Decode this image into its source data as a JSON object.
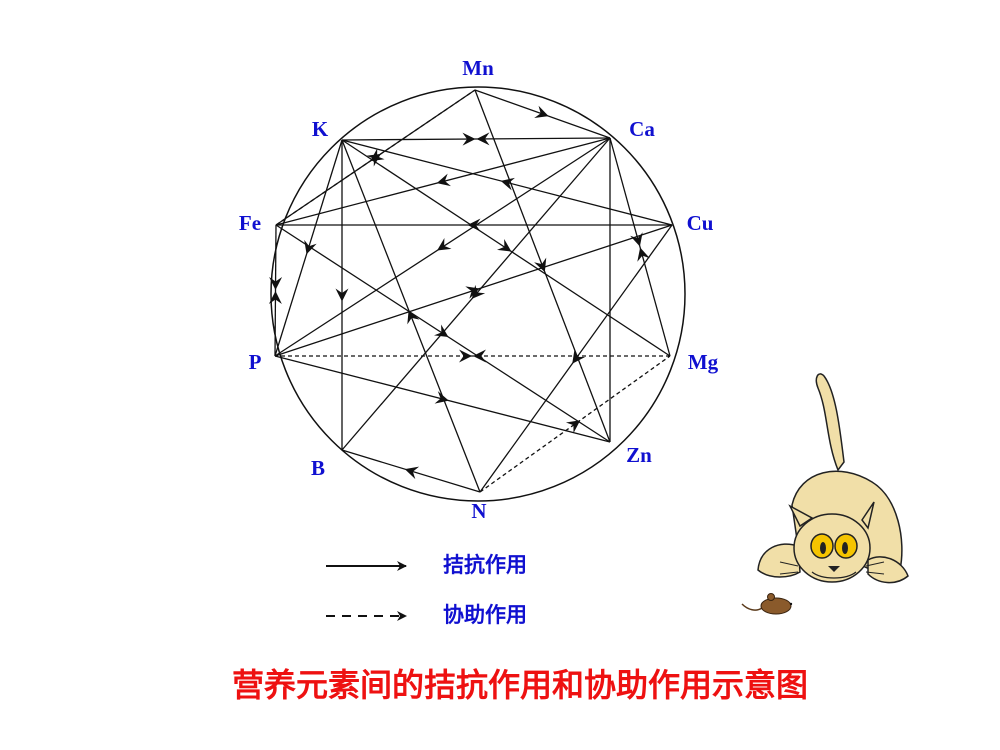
{
  "colors": {
    "label": "#1010d0",
    "line": "#111111",
    "caption": "#ee1111",
    "cat_body": "#f1dfa8",
    "cat_eye": "#f5c400",
    "mouse": "#8a5a2b"
  },
  "nodes": {
    "Mn": "Mn",
    "Ca": "Ca",
    "Cu": "Cu",
    "Mg": "Mg",
    "Zn": "Zn",
    "N": "N",
    "B": "B",
    "P": "P",
    "Fe": "Fe",
    "K": "K"
  },
  "edges": [
    {
      "from": "Mn",
      "to": "Ca",
      "type": "solid",
      "marker": "arrow"
    },
    {
      "from": "Mn",
      "to": "Fe",
      "type": "solid",
      "marker": "arrow"
    },
    {
      "from": "Mn",
      "to": "Zn",
      "type": "solid",
      "marker": "arrow"
    },
    {
      "from": "Fe",
      "to": "Mn",
      "type": "dashed",
      "marker": "arrow"
    },
    {
      "from": "K",
      "to": "Ca",
      "type": "solid",
      "marker": "mutual"
    },
    {
      "from": "Ca",
      "to": "Fe",
      "type": "solid",
      "marker": "arrow"
    },
    {
      "from": "Ca",
      "to": "P",
      "type": "solid",
      "marker": "arrow"
    },
    {
      "from": "Ca",
      "to": "B",
      "type": "solid",
      "marker": "arrow"
    },
    {
      "from": "Ca",
      "to": "Zn",
      "type": "solid",
      "marker": "none"
    },
    {
      "from": "Ca",
      "to": "Mg",
      "type": "solid",
      "marker": "mutual"
    },
    {
      "from": "Cu",
      "to": "Fe",
      "type": "solid",
      "marker": "arrow"
    },
    {
      "from": "Cu",
      "to": "K",
      "type": "solid",
      "marker": "arrow"
    },
    {
      "from": "Cu",
      "to": "N",
      "type": "solid",
      "marker": "arrow"
    },
    {
      "from": "P",
      "to": "Cu",
      "type": "solid",
      "marker": "arrow"
    },
    {
      "from": "Mg",
      "to": "P",
      "type": "dashed",
      "marker": "mutual"
    },
    {
      "from": "K",
      "to": "Mg",
      "type": "solid",
      "marker": "arrow"
    },
    {
      "from": "K",
      "to": "B",
      "type": "solid",
      "marker": "arrow"
    },
    {
      "from": "K",
      "to": "P",
      "type": "solid",
      "marker": "arrow"
    },
    {
      "from": "N",
      "to": "K",
      "type": "solid",
      "marker": "arrow"
    },
    {
      "from": "Fe",
      "to": "P",
      "type": "solid",
      "marker": "mutual"
    },
    {
      "from": "Fe",
      "to": "Zn",
      "type": "solid",
      "marker": "arrow"
    },
    {
      "from": "P",
      "to": "Zn",
      "type": "solid",
      "marker": "arrow"
    },
    {
      "from": "N",
      "to": "B",
      "type": "solid",
      "marker": "arrow"
    },
    {
      "from": "N",
      "to": "Mg",
      "type": "dashed",
      "marker": "arrow"
    }
  ],
  "legend": {
    "antagonism_label": "拮抗作用",
    "synergy_label": "协助作用"
  },
  "caption": "营养元素间的拮抗作用和协助作用示意图"
}
